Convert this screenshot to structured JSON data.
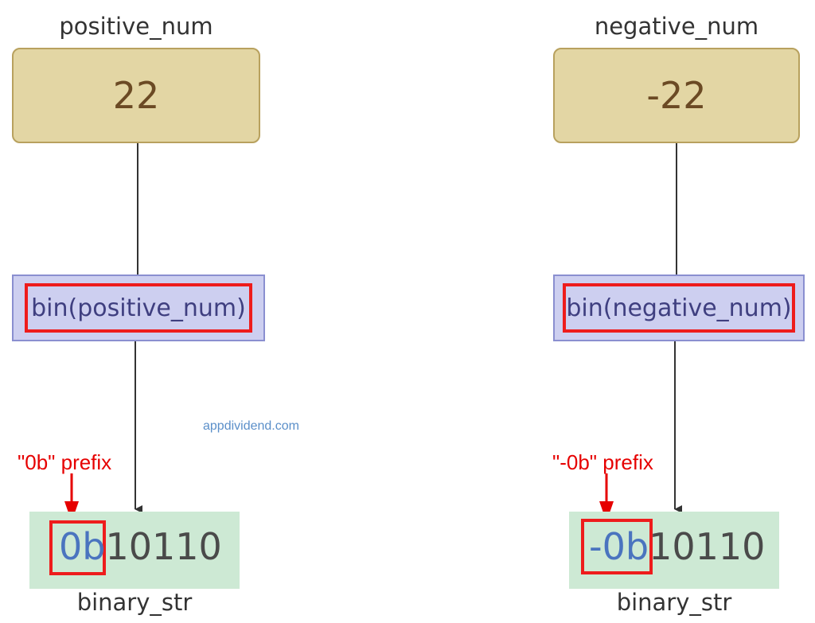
{
  "left": {
    "var_label": "positive_num",
    "value": "22",
    "func": "bin(positive_num)",
    "prefix": "0b",
    "digits": "10110",
    "result_label": "binary_str",
    "annotation": "\"0b\" prefix"
  },
  "right": {
    "var_label": "negative_num",
    "value": "-22",
    "func": "bin(negative_num)",
    "prefix": "-0b",
    "digits": "10110",
    "result_label": "binary_str",
    "annotation": "\"-0b\" prefix"
  },
  "watermark": "appdividend.com",
  "colors": {
    "input_fill": "#e3d6a4",
    "func_fill": "#cdcff0",
    "result_fill": "#cde9d4",
    "highlight": "#ee1c1c",
    "prefix_text": "#4a74bf"
  }
}
